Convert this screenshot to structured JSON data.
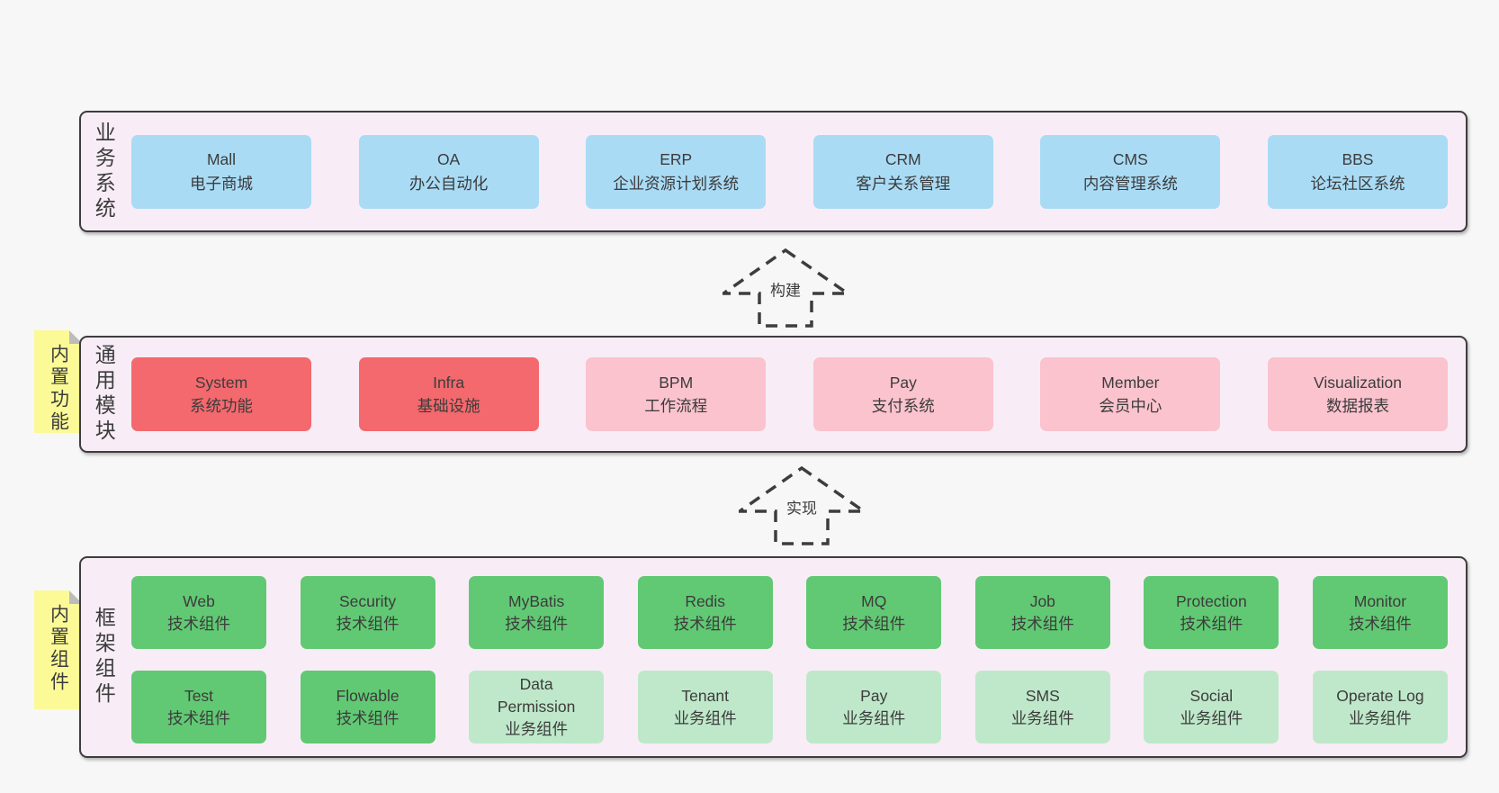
{
  "business": {
    "side_label": "业务系统",
    "boxes": [
      {
        "name": "Mall",
        "desc": "电子商城"
      },
      {
        "name": "OA",
        "desc": "办公自动化"
      },
      {
        "name": "ERP",
        "desc": "企业资源计划系统"
      },
      {
        "name": "CRM",
        "desc": "客户关系管理"
      },
      {
        "name": "CMS",
        "desc": "内容管理系统"
      },
      {
        "name": "BBS",
        "desc": "论坛社区系统"
      }
    ]
  },
  "arrows": {
    "build": "构建",
    "implement": "实现"
  },
  "modules": {
    "note_label": "内置功能",
    "side_label": "通用模块",
    "boxes": [
      {
        "name": "System",
        "desc": "系统功能",
        "style": "red"
      },
      {
        "name": "Infra",
        "desc": "基础设施",
        "style": "red"
      },
      {
        "name": "BPM",
        "desc": "工作流程",
        "style": "pink"
      },
      {
        "name": "Pay",
        "desc": "支付系统",
        "style": "pink"
      },
      {
        "name": "Member",
        "desc": "会员中心",
        "style": "pink"
      },
      {
        "name": "Visualization",
        "desc": "数据报表",
        "style": "pink"
      }
    ]
  },
  "components": {
    "note_label": "内置组件",
    "side_label": "框架组件",
    "row1": [
      {
        "name": "Web",
        "desc": "技术组件",
        "style": "green"
      },
      {
        "name": "Security",
        "desc": "技术组件",
        "style": "green"
      },
      {
        "name": "MyBatis",
        "desc": "技术组件",
        "style": "green"
      },
      {
        "name": "Redis",
        "desc": "技术组件",
        "style": "green"
      },
      {
        "name": "MQ",
        "desc": "技术组件",
        "style": "green"
      },
      {
        "name": "Job",
        "desc": "技术组件",
        "style": "green"
      },
      {
        "name": "Protection",
        "desc": "技术组件",
        "style": "green"
      },
      {
        "name": "Monitor",
        "desc": "技术组件",
        "style": "green"
      }
    ],
    "row2": [
      {
        "name": "Test",
        "desc": "技术组件",
        "style": "green"
      },
      {
        "name": "Flowable",
        "desc": "技术组件",
        "style": "green"
      },
      {
        "name": "Data Permission",
        "desc": "业务组件",
        "style": "lightgreen"
      },
      {
        "name": "Tenant",
        "desc": "业务组件",
        "style": "lightgreen"
      },
      {
        "name": "Pay",
        "desc": "业务组件",
        "style": "lightgreen"
      },
      {
        "name": "SMS",
        "desc": "业务组件",
        "style": "lightgreen"
      },
      {
        "name": "Social",
        "desc": "业务组件",
        "style": "lightgreen"
      },
      {
        "name": "Operate Log",
        "desc": "业务组件",
        "style": "lightgreen"
      }
    ]
  },
  "colors": {
    "page_bg": "#f7f7f7",
    "layer_bg": "#f8edf6",
    "layer_border": "#3d3d3d",
    "blue_box": "#a9dbf5",
    "red_box": "#f3696d",
    "pink_box": "#fbc3ce",
    "green_box": "#61c973",
    "light_green_box": "#bfe8ca",
    "note_yellow": "#fbfa97",
    "note_fold": "#bcbcbc",
    "text": "#3c3c3c"
  }
}
